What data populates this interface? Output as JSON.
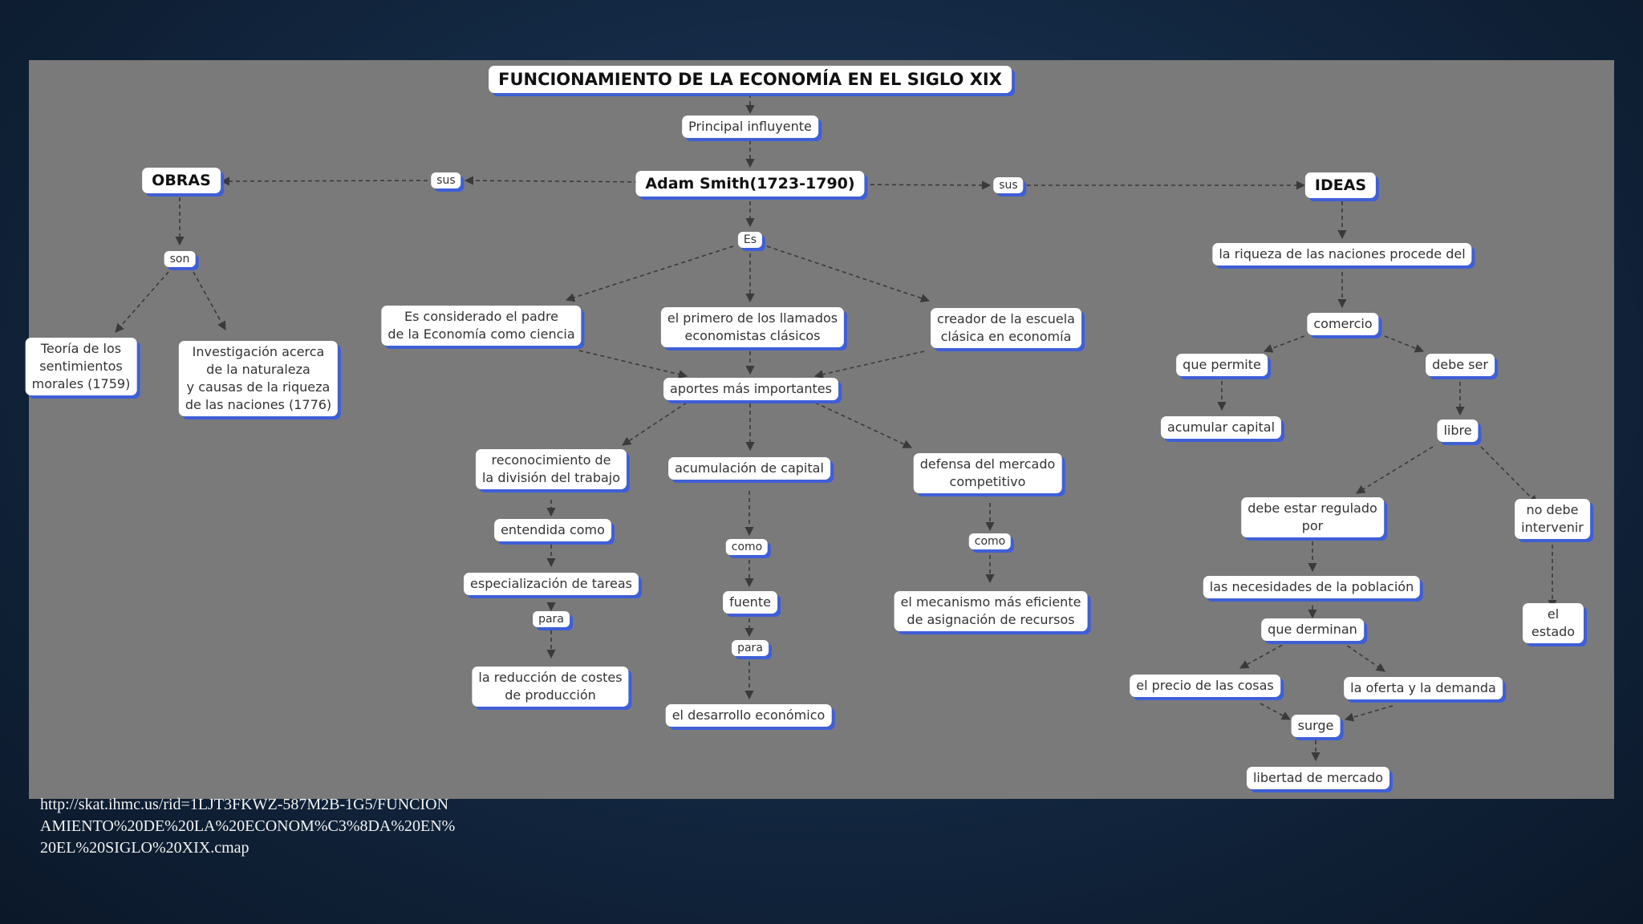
{
  "nodes": {
    "title": "FUNCIONAMIENTO DE LA ECONOMÍA EN EL SIGLO XIX",
    "principal_influyente": "Principal influyente",
    "adam_smith": "Adam Smith(1723-1790)",
    "sus_left": "sus",
    "sus_right": "sus",
    "obras": "OBRAS",
    "ideas": "IDEAS",
    "son": "son",
    "teoria": "Teoría de los\nsentimientos\nmorales (1759)",
    "investigacion": "Investigación acerca\nde la naturaleza\ny causas de la riqueza\nde las naciones (1776)",
    "es": "Es",
    "padre": "Es considerado el padre\nde la Economía como ciencia",
    "primero": "el primero de los llamados\neconomistas clásicos",
    "creador": "creador de la escuela\nclásica en economía",
    "aportes": "aportes más importantes",
    "reconocimiento": "reconocimiento de\nla división del trabajo",
    "acumulacion": "acumulación de capital",
    "defensa": "defensa del mercado\ncompetitivo",
    "entendida_como": "entendida como",
    "especializacion": "especialización de tareas",
    "para_left": "para",
    "reduccion": "la reducción de costes\nde producción",
    "como_mid": "como",
    "fuente": "fuente",
    "para_mid": "para",
    "desarrollo": "el desarrollo económico",
    "como_right": "como",
    "mecanismo": "el mecanismo más eficiente\nde asignación de recursos",
    "riqueza_naciones": "la riqueza de las naciones procede del",
    "comercio": "comercio",
    "que_permite": "que permite",
    "debe_ser": "debe ser",
    "acumular_capital": "acumular capital",
    "libre": "libre",
    "debe_estar_regulado": "debe estar regulado\npor",
    "no_debe_intervenir": "no debe intervenir",
    "necesidades": "las necesidades de la población",
    "el_estado": "el estado",
    "que_derminan": "que derminan",
    "precio": "el precio de las cosas",
    "oferta": "la oferta y la demanda",
    "surge": "surge",
    "libertad": "libertad de mercado"
  },
  "source_url": "http://skat.ihmc.us/rid=1LJT3FKWZ-587M2B-1G5/FUNCIONAMIENTO%20DE%20LA%20ECONOM%C3%8DA%20EN%20EL%20SIGLO%20XIX.cmap",
  "colors": {
    "panel": "#7a7a7a",
    "node_shadow": "#3f5fd6",
    "edge": "#3a3a3a"
  }
}
